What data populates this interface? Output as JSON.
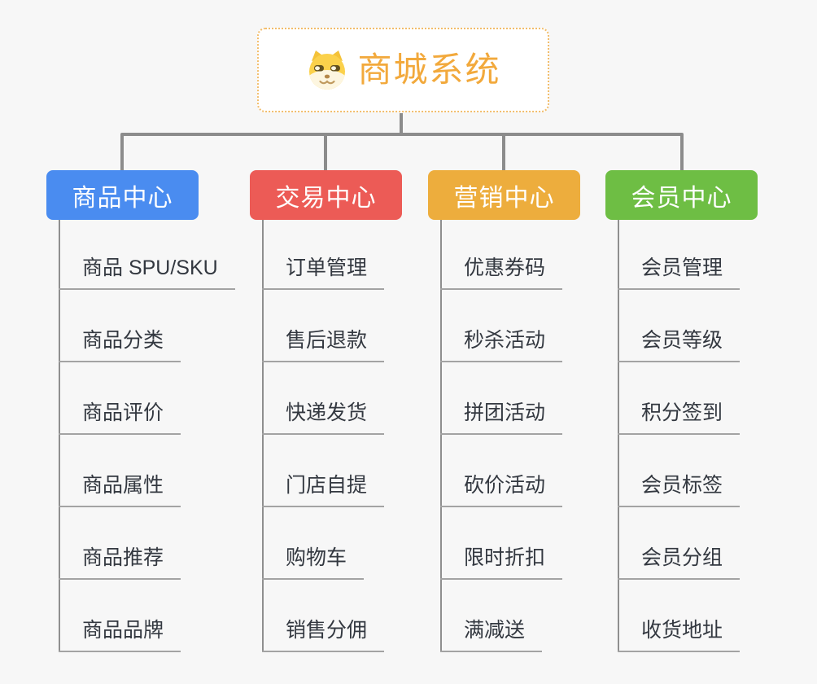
{
  "root": {
    "title": "商城系统",
    "icon": "shiba-dog-icon",
    "title_color": "#f2a93c",
    "border_color": "#f2bd6b"
  },
  "branches": [
    {
      "label": "商品中心",
      "color": "#4a8cf0",
      "children": [
        "商品 SPU/SKU",
        "商品分类",
        "商品评价",
        "商品属性",
        "商品推荐",
        "商品品牌"
      ]
    },
    {
      "label": "交易中心",
      "color": "#ec5b56",
      "children": [
        "订单管理",
        "售后退款",
        "快递发货",
        "门店自提",
        "购物车",
        "销售分佣"
      ]
    },
    {
      "label": "营销中心",
      "color": "#edad3d",
      "children": [
        "优惠券码",
        "秒杀活动",
        "拼团活动",
        "砍价活动",
        "限时折扣",
        "满减送"
      ]
    },
    {
      "label": "会员中心",
      "color": "#6ebe44",
      "children": [
        "会员管理",
        "会员等级",
        "积分签到",
        "会员标签",
        "会员分组",
        "收货地址"
      ]
    }
  ],
  "colors": {
    "background": "#f7f7f7",
    "connector": "#8c8c8c",
    "leaf_underline": "#a3a3a3",
    "leaf_text": "#333840"
  }
}
